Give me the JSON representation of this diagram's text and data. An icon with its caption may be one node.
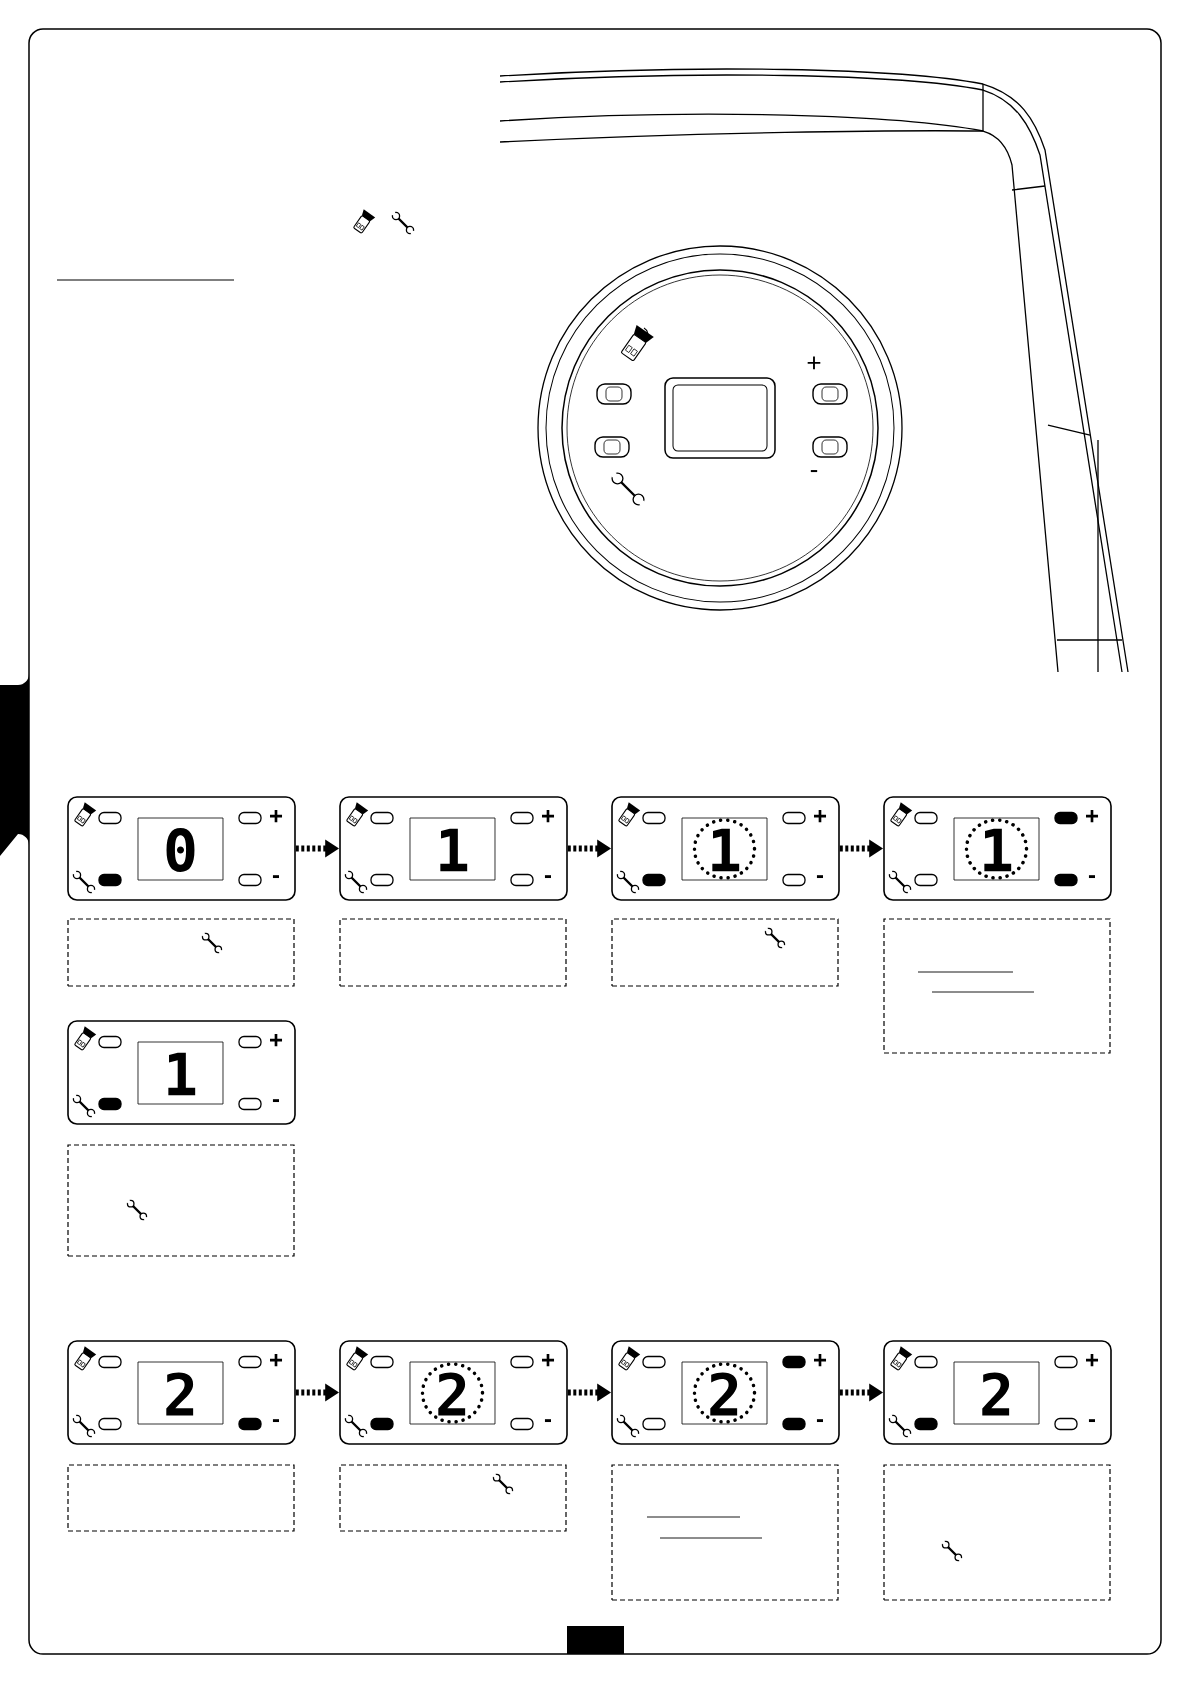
{
  "diagram": {
    "nodes": [
      {
        "text": [
          "+",
          "-"
        ]
      },
      {
        "text": [
          "0",
          "+",
          "-"
        ]
      },
      {
        "text": [
          "1",
          "+",
          "-"
        ]
      },
      {
        "text": [
          "1",
          "+",
          "-"
        ]
      },
      {
        "text": [
          "1",
          "+",
          "-"
        ]
      },
      {
        "text": [],
        "shape": "box"
      },
      {
        "text": [],
        "shape": "box"
      },
      {
        "text": [],
        "shape": "box"
      },
      {
        "text": [],
        "shape": "box"
      },
      {
        "text": [
          "1",
          "+",
          "-"
        ]
      },
      {
        "text": [],
        "shape": "box"
      },
      {
        "text": [
          "2",
          "+",
          "-"
        ]
      },
      {
        "text": [
          "2",
          "+",
          "-"
        ]
      },
      {
        "text": [
          "2",
          "+",
          "-"
        ]
      },
      {
        "text": [
          "2",
          "+",
          "-"
        ]
      },
      {
        "text": [],
        "shape": "box"
      },
      {
        "text": [],
        "shape": "box"
      },
      {
        "text": [],
        "shape": "box"
      },
      {
        "text": [],
        "shape": "box"
      }
    ],
    "edges": [
      {
        "from": 1,
        "to": 2,
        "arrow": "to"
      },
      {
        "from": 2,
        "to": 3,
        "arrow": "to"
      },
      {
        "from": 3,
        "to": 4,
        "arrow": "to"
      },
      {
        "from": 11,
        "to": 12,
        "arrow": "to"
      },
      {
        "from": 12,
        "to": 13,
        "arrow": "to"
      },
      {
        "from": 13,
        "to": 14,
        "arrow": "to"
      }
    ]
  }
}
